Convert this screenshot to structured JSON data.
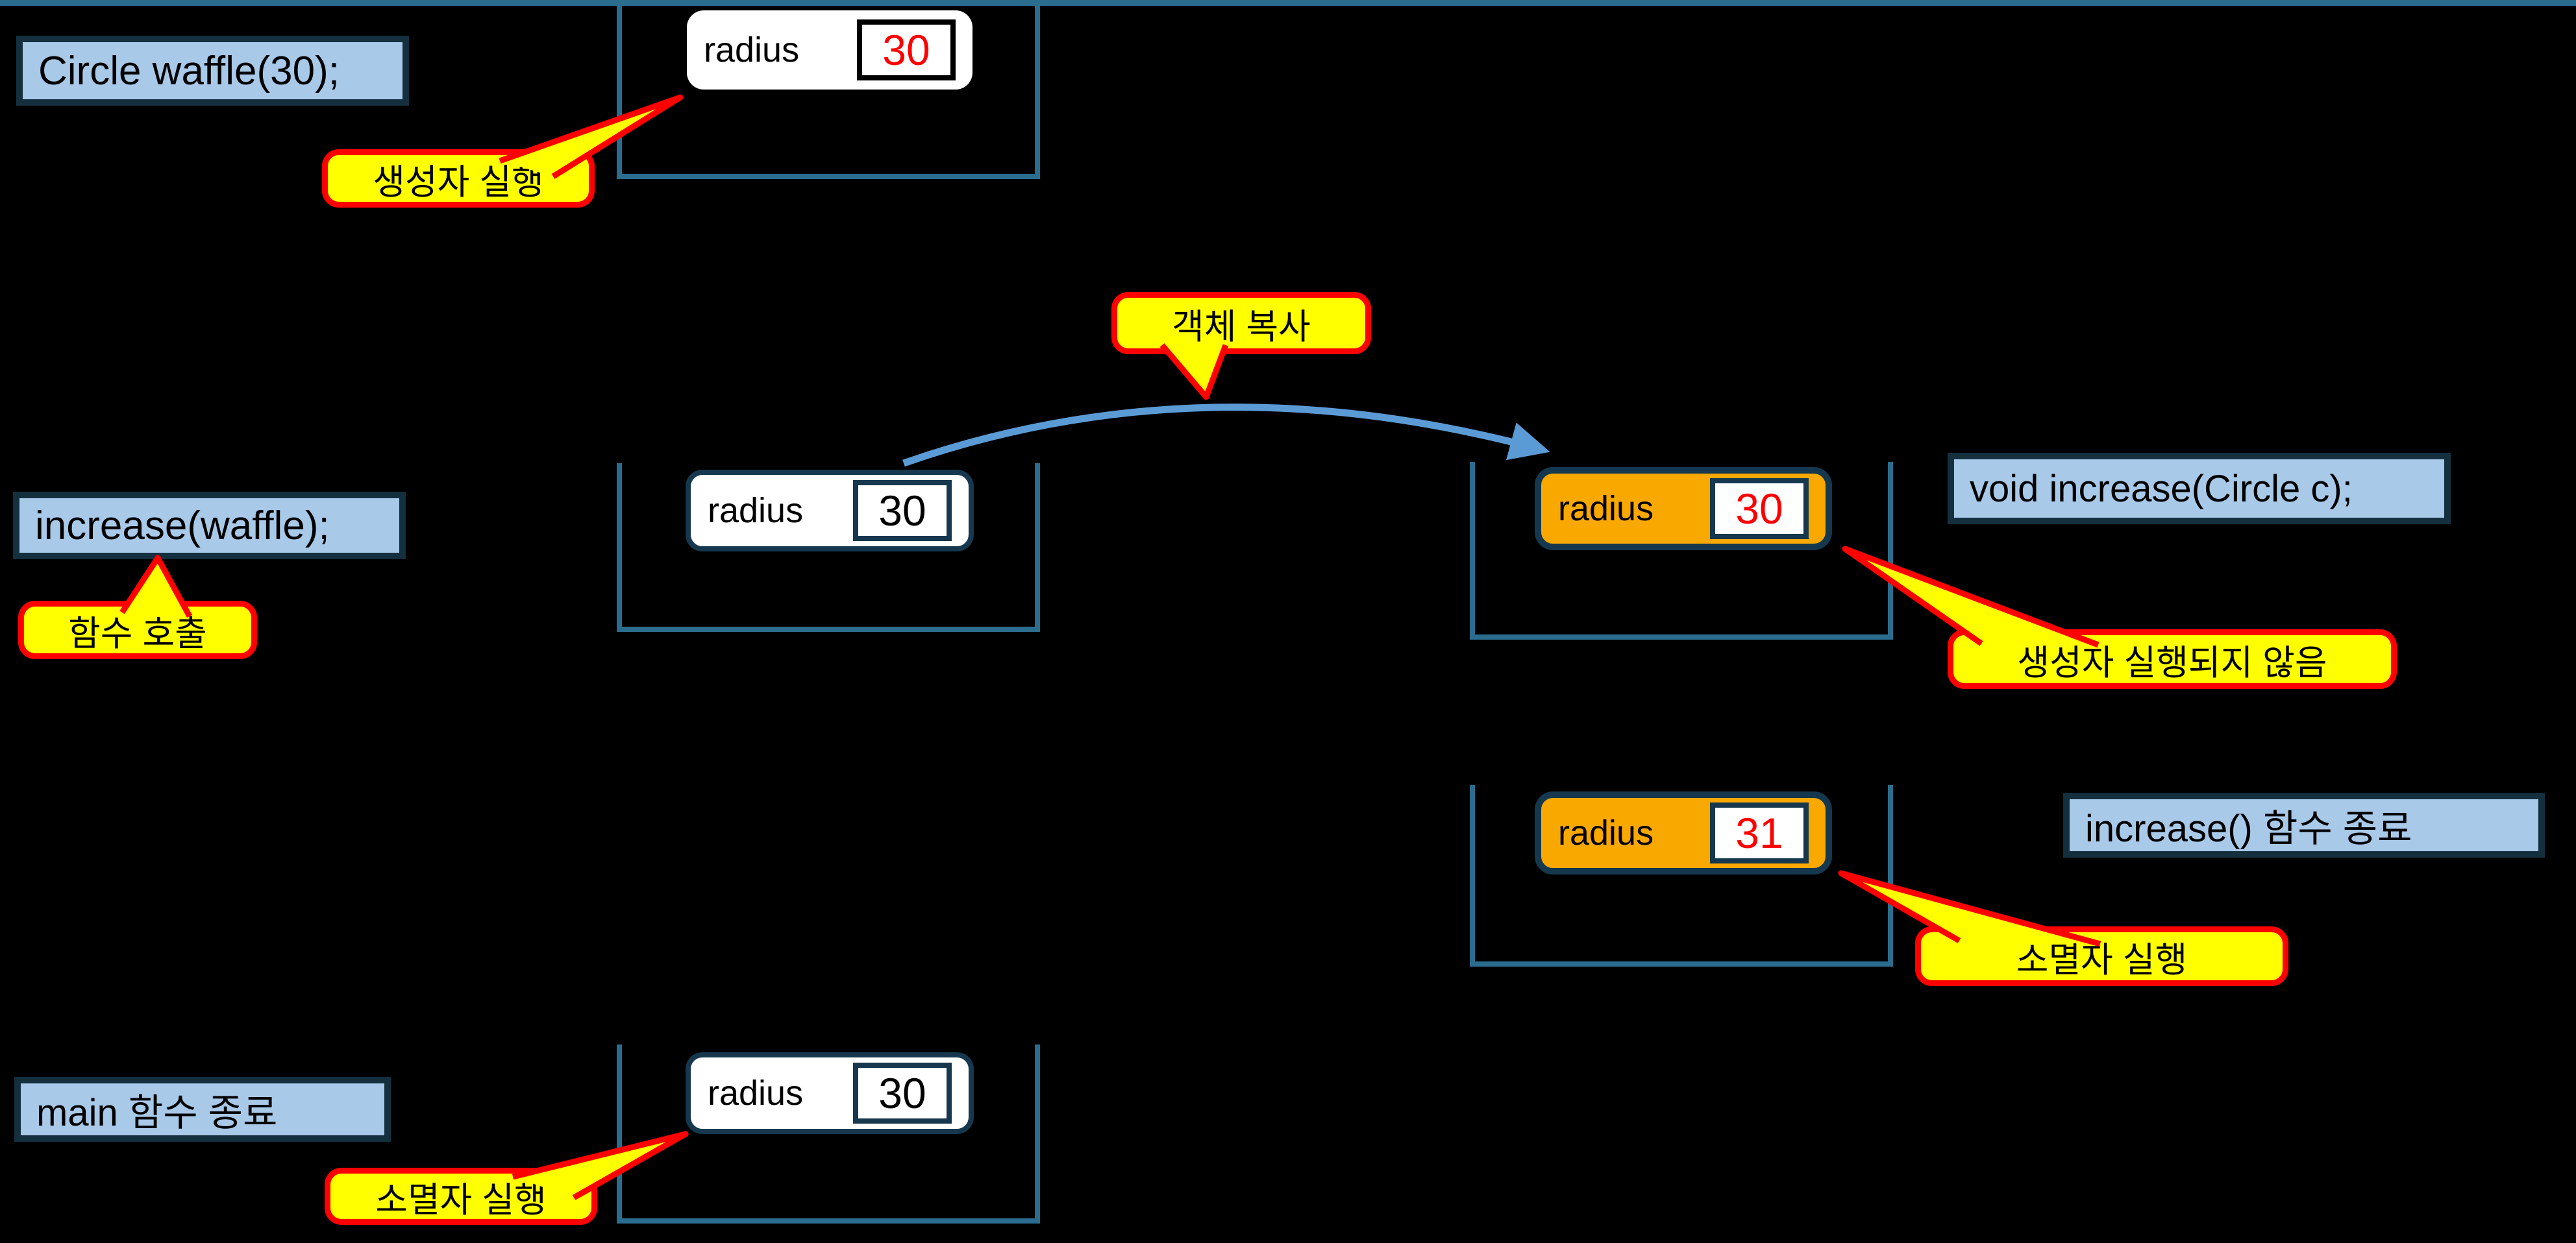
{
  "colors": {
    "background": "#000000",
    "label_fill": "#A9C9E9",
    "label_border": "#142F3E",
    "bracket_stroke": "#2A6D8E",
    "callout_fill": "#FFFF00",
    "callout_border": "#FF0000",
    "object_orange_fill": "#F9A800",
    "object_border": "#15384E",
    "value_red": "#FF0000",
    "value_black": "#000000",
    "copy_arrow_blue": "#5B9BD5"
  },
  "labels": {
    "step1": "Circle waffle(30);",
    "step2": "increase(waffle);",
    "func_sig": "void increase(Circle c);",
    "func_end": "increase() 함수 종료",
    "main_end": "main 함수 종료"
  },
  "callouts": {
    "constructor_run": "생성자 실행",
    "object_copy": "객체 복사",
    "function_call": "함수 호출",
    "constructor_not_run": "생성자 실행되지 않음",
    "destructor_run_mid": "소멸자 실행",
    "destructor_run_bottom": "소멸자 실행"
  },
  "objects": {
    "waffle_t1": {
      "field": "radius",
      "value": "30"
    },
    "waffle_t2": {
      "field": "radius",
      "value": "30"
    },
    "copy_c_t2": {
      "field": "radius",
      "value": "30"
    },
    "copy_c_t3": {
      "field": "radius",
      "value": "31"
    },
    "waffle_t4": {
      "field": "radius",
      "value": "30"
    }
  }
}
